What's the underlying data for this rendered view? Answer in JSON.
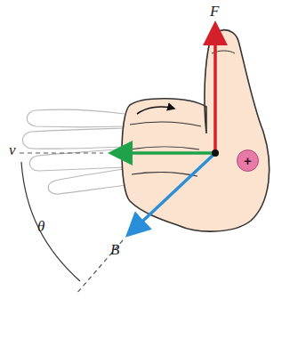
{
  "diagram": {
    "nodes": [
      {
        "text": [
          "+"
        ]
      }
    ],
    "labels": [
      "F",
      "v",
      "θ",
      "B"
    ]
  }
}
